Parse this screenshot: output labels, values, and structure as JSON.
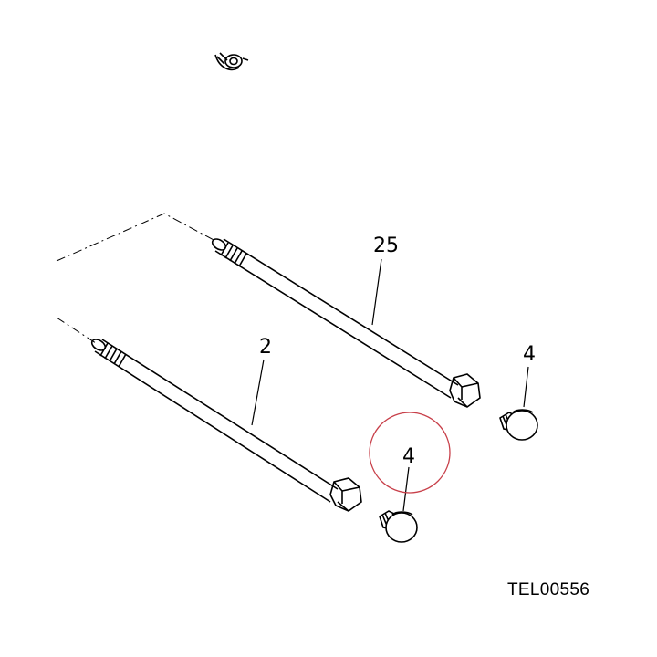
{
  "callouts": {
    "bolt_upper": "25",
    "bolt_lower": "2",
    "cap_upper": "4",
    "cap_lower": "4"
  },
  "drawing_code": "TEL00556",
  "colors": {
    "line": "#000000",
    "highlight_circle": "#c8404a",
    "background": "#ffffff"
  }
}
